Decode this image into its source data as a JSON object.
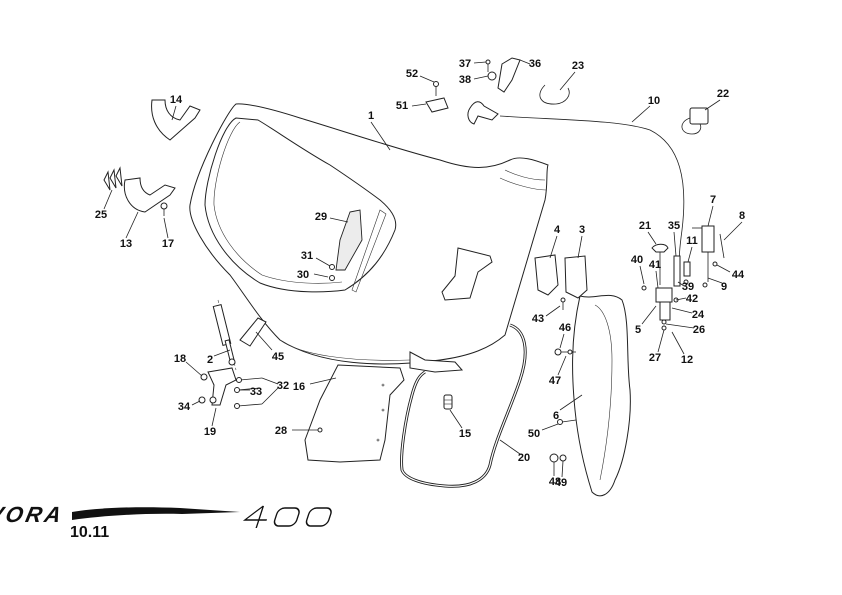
{
  "page_number": "10.11",
  "logo": {
    "model": "EVORA",
    "variant": "400"
  },
  "callouts": [
    "1",
    "2",
    "3",
    "4",
    "5",
    "6",
    "7",
    "8",
    "9",
    "10",
    "11",
    "12",
    "13",
    "14",
    "15",
    "16",
    "17",
    "18",
    "19",
    "20",
    "21",
    "22",
    "23",
    "24",
    "25",
    "26",
    "27",
    "28",
    "29",
    "30",
    "31",
    "32",
    "33",
    "34",
    "35",
    "36",
    "37",
    "38",
    "39",
    "40",
    "41",
    "42",
    "43",
    "44",
    "45",
    "46",
    "47",
    "48",
    "49",
    "50",
    "51",
    "52"
  ]
}
